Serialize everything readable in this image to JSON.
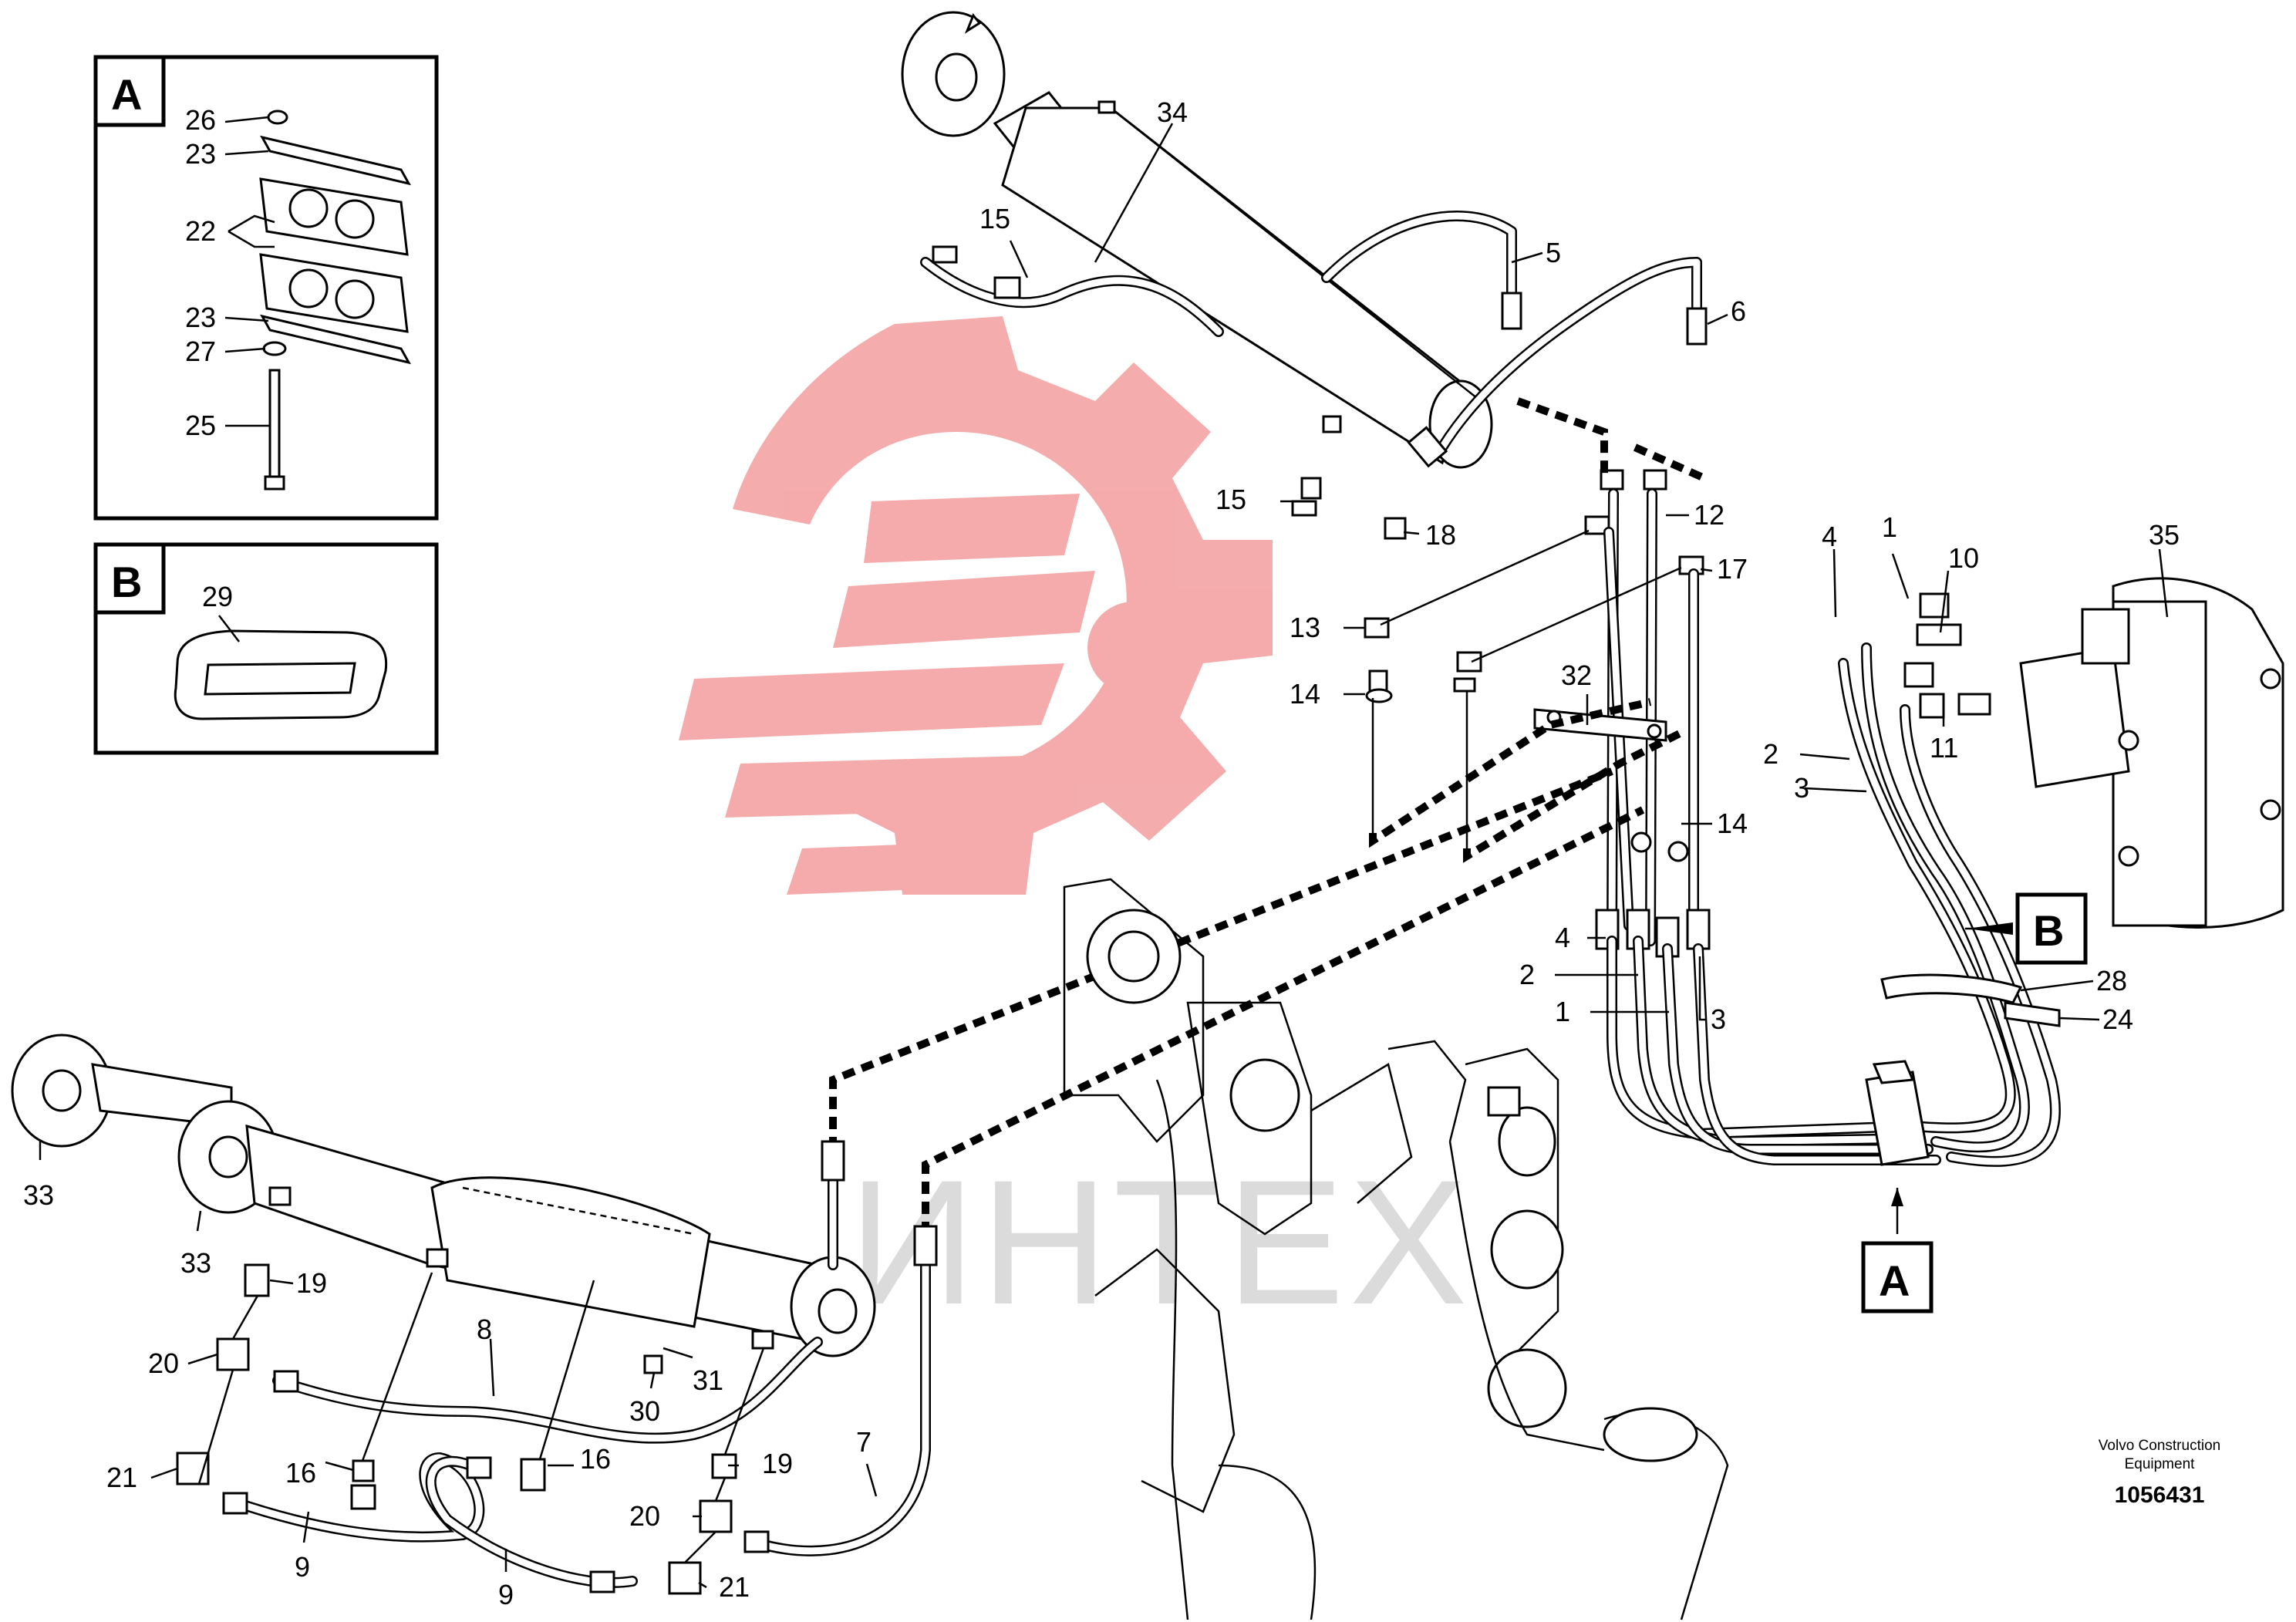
{
  "insets": {
    "a": {
      "letter": "A",
      "labels": [
        "26",
        "23",
        "22",
        "23",
        "27",
        "25"
      ]
    },
    "b": {
      "letter": "B",
      "labels": [
        "29"
      ]
    }
  },
  "callouts": {
    "c34": "34",
    "c15a": "15",
    "c5": "5",
    "c6": "6",
    "c15b": "15",
    "c18": "18",
    "c12": "12",
    "c17": "17",
    "c13": "13",
    "c14a": "14",
    "c32": "32",
    "c14b": "14",
    "c4a": "4",
    "c2a": "2",
    "c1a": "1",
    "c3a": "3",
    "c4b": "4",
    "c1b": "1",
    "c10": "10",
    "c35": "35",
    "c2b": "2",
    "c3b": "3",
    "c11": "11",
    "c28": "28",
    "c24": "24",
    "c33a": "33",
    "c33b": "33",
    "c19a": "19",
    "c20a": "20",
    "c8": "8",
    "c31": "31",
    "c30": "30",
    "c21a": "21",
    "c16a": "16",
    "c16b": "16",
    "c19b": "19",
    "c20b": "20",
    "c7": "7",
    "c9a": "9",
    "c9b": "9",
    "c21b": "21"
  },
  "view_markers": {
    "b_letter": "B",
    "a_letter": "A"
  },
  "credit": {
    "line1": "Volvo Construction",
    "line2": "Equipment",
    "doc_number": "1056431"
  },
  "watermark": {
    "text": "ИНТЕХ",
    "color": "#f4a3a3"
  }
}
